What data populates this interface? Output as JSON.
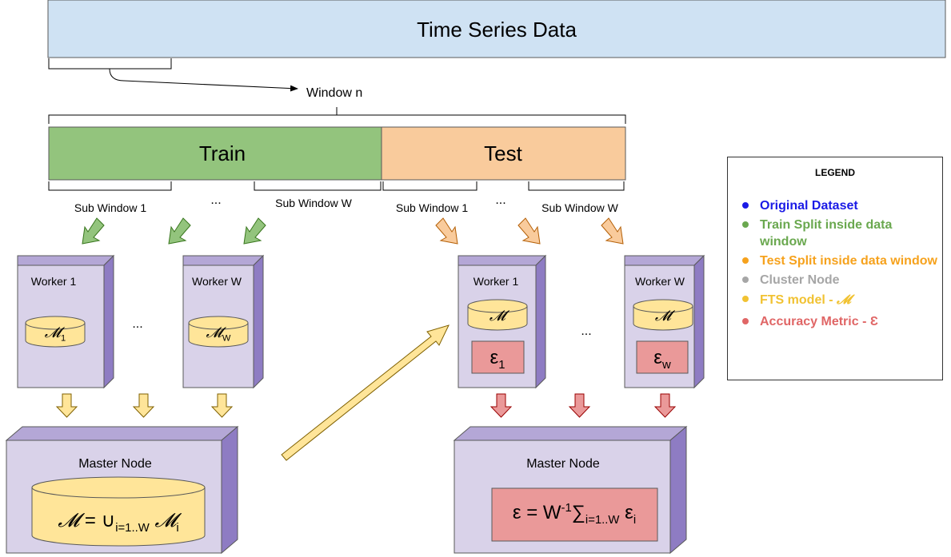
{
  "header": {
    "title": "Time Series Data"
  },
  "window": {
    "label": "Window n"
  },
  "splits": {
    "train": "Train",
    "test": "Test"
  },
  "sub_windows": {
    "train_first": "Sub Window 1",
    "train_last": "Sub Window W",
    "test_first": "Sub Window 1",
    "test_last": "Sub Window W",
    "ellipsis": "..."
  },
  "train_workers": [
    {
      "title": "Worker 1",
      "model": "𝓜",
      "subscript": "1"
    },
    {
      "title": "Worker W",
      "model": "𝓜",
      "subscript": "W"
    }
  ],
  "test_workers": [
    {
      "title": "Worker 1",
      "model": "𝓜",
      "metric": "ε",
      "subscript": "1"
    },
    {
      "title": "Worker W",
      "model": "𝓜",
      "metric": "ε",
      "subscript": "w"
    }
  ],
  "worker_ellipsis": "...",
  "master_train": {
    "title": "Master Node",
    "lhs": "𝓜",
    "equals": " = ",
    "union": "∪",
    "union_sub": "i=1..W",
    "rhs": "𝓜",
    "rhs_sub": "i"
  },
  "master_test": {
    "title": "Master Node",
    "lhs": "ε = W",
    "sup": "-1",
    "sigma": "∑",
    "sigma_sub": "i=1..W",
    "term": " ε",
    "term_sub": "i"
  },
  "legend": {
    "title": "LEGEND",
    "items": [
      {
        "label": "Original Dataset",
        "color": "#1a1ae6"
      },
      {
        "label": "Train Split inside data window",
        "color": "#6aa84f"
      },
      {
        "label": "Test Split inside data window",
        "color": "#f6a21d"
      },
      {
        "label": "Cluster Node",
        "color": "#a6a6a6"
      },
      {
        "label": "FTS model - ",
        "symbol": "𝓜",
        "color": "#f1c232"
      },
      {
        "label": "Accuracy Metric - Ɛ",
        "color": "#e06666"
      }
    ]
  },
  "colors": {
    "timeseries": "#cfe2f3",
    "train": "#93c47d",
    "test": "#f9cb9c",
    "node_front": "#d9d2e9",
    "node_side": "#b4a7d6",
    "model": "#ffe599",
    "metric": "#ea9999",
    "arrow_green": "#93c47d",
    "arrow_orange": "#f9cb9c",
    "arrow_yellow": "#ffe599",
    "arrow_red": "#ea9999"
  }
}
